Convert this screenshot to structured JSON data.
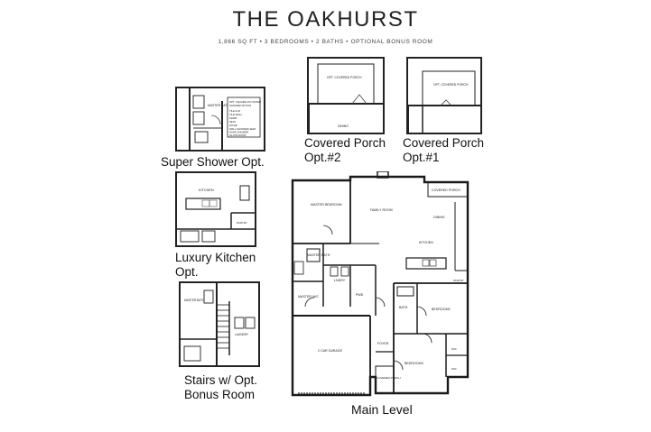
{
  "header": {
    "title": "THE OAKHURST",
    "subtitle": "1,866 SQ FT • 3 BEDROOMS • 2 BATHS • OPTIONAL BONUS ROOM"
  },
  "options": {
    "super_shower": {
      "caption": "Super Shower Opt.",
      "room_label": "MASTER BATH",
      "note_lines": [
        "OPT. SQUARE 4X4 SUPER",
        "SHOWER OPTION",
        "TILE FLR",
        "TILE WALL",
        "SHWR",
        "SEAT",
        "NICHE",
        "WALL SHOWER HEAD",
        "HAND SHOWER",
        "GLASS DOOR"
      ]
    },
    "luxury_kitchen": {
      "caption_line1": "Luxury Kitchen",
      "caption_line2": "Opt.",
      "room_label": "KITCHEN",
      "pantry_label": "PANTRY"
    },
    "stairs_bonus": {
      "caption_line1": "Stairs w/ Opt.",
      "caption_line2": "Bonus Room",
      "bath_label": "MASTER BATH",
      "laundry_label": "LAUNDRY"
    },
    "porch_2": {
      "caption_line1": "Covered Porch",
      "caption_line2": "Opt.#2",
      "porch_label": "OPT. COVERED PORCH",
      "dining_label": "DINING"
    },
    "porch_1": {
      "caption_line1": "Covered Porch",
      "caption_line2": "Opt.#1",
      "porch_label": "OPT. COVERED PORCH"
    }
  },
  "main_level": {
    "caption": "Main Level",
    "rooms": {
      "master_bedroom": "MASTER BEDROOM",
      "family_room": "FAMILY ROOM",
      "covered_porch_top": "COVERED PORCH",
      "dining": "DINING",
      "kitchen": "KITCHEN",
      "master_bath": "MASTER BATH",
      "master_wic": "MASTER W/C",
      "laundry": "LNDRY",
      "pantry": "PANTRY",
      "pwd": "PWD",
      "garage": "2 CAR GARAGE",
      "foyer": "FOYER",
      "covered_porch_front": "COVERED PORCH",
      "bath2": "BATH",
      "bedroom2": "BEDROOM2",
      "bedroom3": "BEDROOM3",
      "wic1": "W/C",
      "wic2": "W/C"
    }
  }
}
